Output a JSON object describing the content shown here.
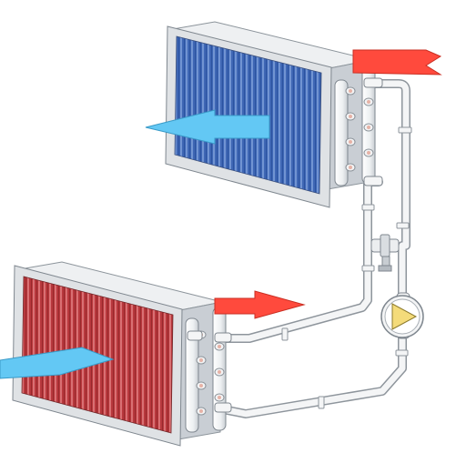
{
  "diagram": {
    "kind": "run-around heat recovery coil loop",
    "components": [
      {
        "id": "cooling-coil",
        "icon": "coil-icon",
        "fin_color": "#3f67b5",
        "position": "top"
      },
      {
        "id": "heating-coil",
        "icon": "coil-icon",
        "fin_color": "#b8383d",
        "position": "bottom"
      },
      {
        "id": "circulation-pump",
        "icon": "pump-icon"
      },
      {
        "id": "three-way-valve",
        "icon": "valve-icon"
      },
      {
        "id": "piping-loop",
        "icon": "pipe-icon"
      }
    ],
    "airflows": [
      {
        "id": "airflow-cool-in",
        "icon": "arrow-icon",
        "color": "#ff4a3d",
        "coil": "top",
        "direction": "incoming"
      },
      {
        "id": "airflow-cool-out",
        "icon": "arrow-icon",
        "color": "#63c8f4",
        "coil": "top",
        "direction": "outgoing"
      },
      {
        "id": "airflow-heat-in",
        "icon": "arrow-icon",
        "color": "#63c8f4",
        "coil": "bottom",
        "direction": "incoming"
      },
      {
        "id": "airflow-heat-out",
        "icon": "arrow-icon",
        "color": "#ff4a3d",
        "coil": "bottom",
        "direction": "outgoing"
      }
    ],
    "colors": {
      "warm_air": "#ff4a3d",
      "cool_air": "#63c8f4",
      "coil_blue": "#3f67b5",
      "coil_red": "#b8383d",
      "frame": "#d9dcdf",
      "pipe": "#f4f5f6",
      "pump_triangle": "#f4db7a"
    }
  }
}
